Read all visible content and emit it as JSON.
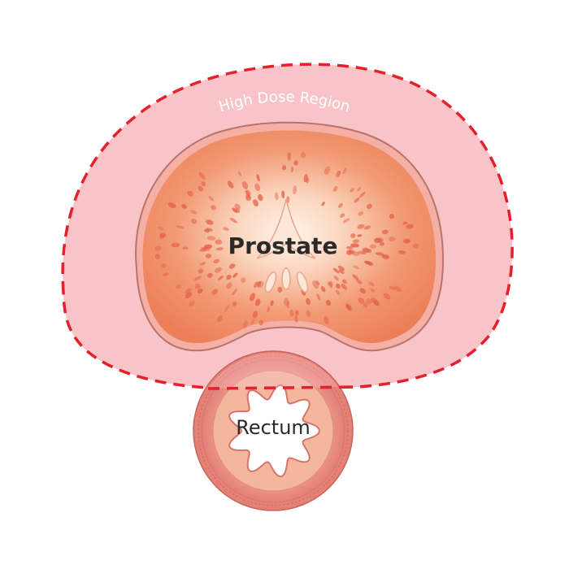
{
  "labels": {
    "high_dose_region": "High Dose Region",
    "prostate": "Prostate",
    "rectum": "Rectum"
  },
  "colors": {
    "region_fill": "#f9c4c8",
    "region_outline": "#e3202c",
    "prostate_outer": "#ee8560",
    "prostate_inner": "#fde7d6",
    "prostate_dots": "#e3634a",
    "rectum_wall": "#e9877c",
    "rectum_inner_ring": "#f3b79e",
    "text": "#2a2a2a"
  }
}
